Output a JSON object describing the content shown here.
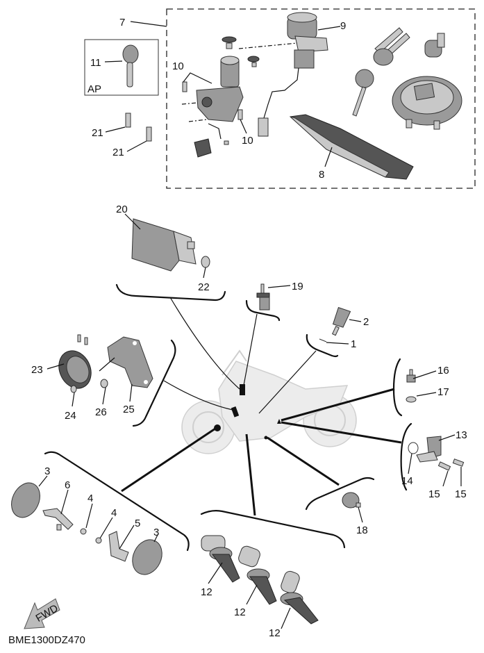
{
  "diagram": {
    "code": "BME1300DZ470",
    "fwd_label": "FWD",
    "ap_label": "AP",
    "callouts": {
      "c1": "1",
      "c2": "2",
      "c3a": "3",
      "c3b": "3",
      "c4a": "4",
      "c4b": "4",
      "c5": "5",
      "c6": "6",
      "c7": "7",
      "c8": "8",
      "c9": "9",
      "c10a": "10",
      "c10b": "10",
      "c11": "11",
      "c12a": "12",
      "c12b": "12",
      "c12c": "12",
      "c13": "13",
      "c14": "14",
      "c15a": "15",
      "c15b": "15",
      "c16": "16",
      "c17": "17",
      "c18": "18",
      "c19": "19",
      "c20": "20",
      "c21a": "21",
      "c21b": "21",
      "c22": "22",
      "c23": "23",
      "c24": "24",
      "c25": "25",
      "c26": "26"
    }
  }
}
